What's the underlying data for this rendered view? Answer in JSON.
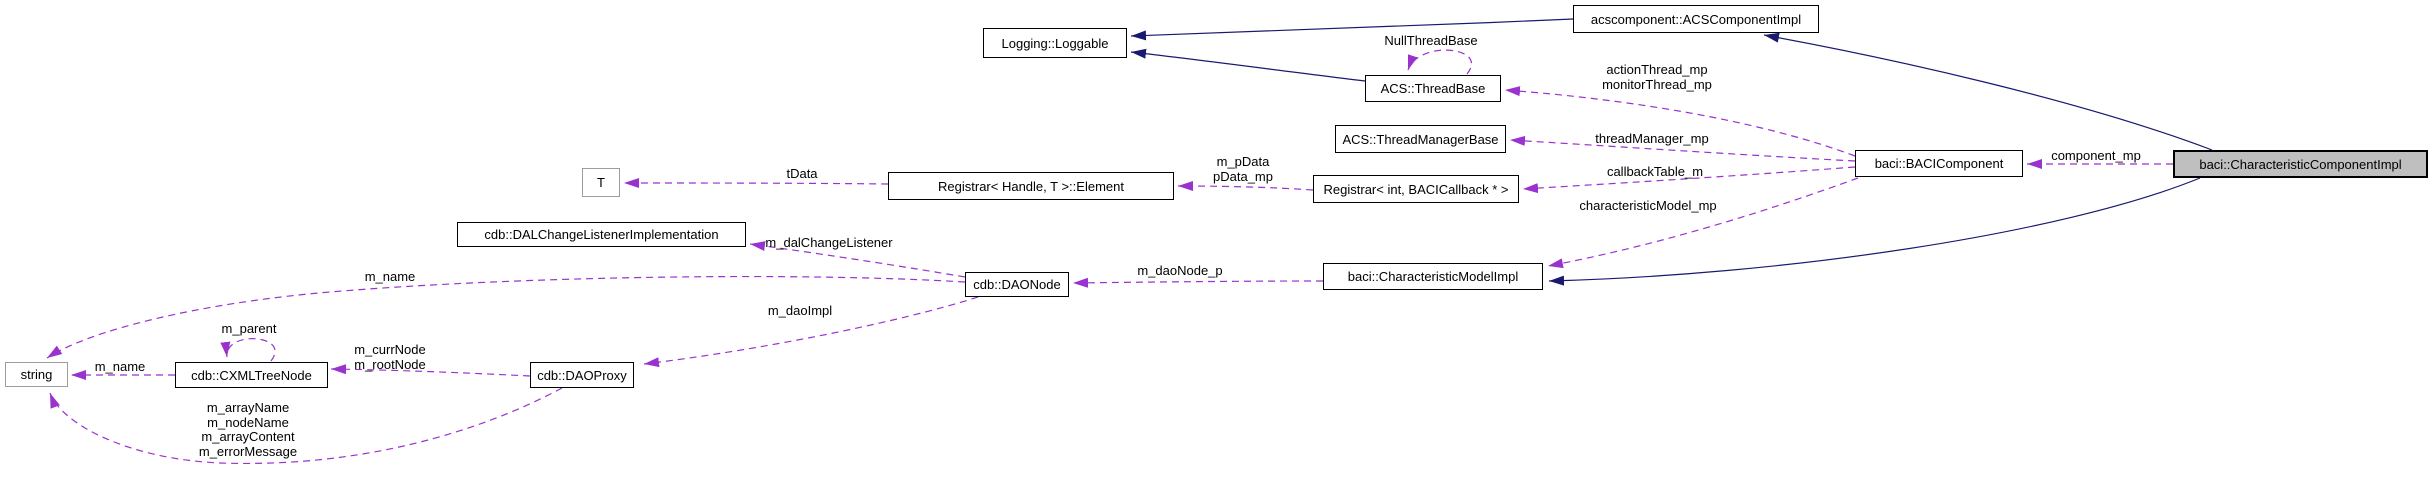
{
  "diagram": {
    "type": "collaboration-diagram",
    "highlighted_node": "baci::CharacteristicComponentImpl",
    "colors": {
      "inheritance_edge": "#191970",
      "usage_edge": "#9a32cd",
      "node_background": "#ffffff",
      "highlighted_node_background": "#bfbfbf",
      "node_border": "#000000",
      "template_node_border": "#9d9d9d"
    },
    "nodes": {
      "loggable": {
        "label": "Logging::Loggable"
      },
      "acs_component_impl": {
        "label": "acscomponent::ACSComponentImpl"
      },
      "thread_base": {
        "label": "ACS::ThreadBase"
      },
      "thread_manager_base": {
        "label": "ACS::ThreadManagerBase"
      },
      "registrar_element": {
        "label": "Registrar< Handle, T >::Element"
      },
      "template_t": {
        "label": "T"
      },
      "registrar_int": {
        "label": "Registrar< int, BACICallback * >"
      },
      "dal_change_listener_impl": {
        "label": "cdb::DALChangeListenerImplementation"
      },
      "dao_node": {
        "label": "cdb::DAONode"
      },
      "characteristic_model_impl": {
        "label": "baci::CharacteristicModelImpl"
      },
      "baci_component": {
        "label": "baci::BACIComponent"
      },
      "characteristic_component_impl": {
        "label": "baci::CharacteristicComponentImpl"
      },
      "string": {
        "label": "string"
      },
      "cxml_tree_node": {
        "label": "cdb::CXMLTreeNode"
      },
      "dao_proxy": {
        "label": "cdb::DAOProxy"
      }
    },
    "edge_labels": {
      "null_thread_base": "NullThreadBase",
      "action_thread_mp": "actionThread_mp",
      "monitor_thread_mp": "monitorThread_mp",
      "thread_manager_mp": "threadManager_mp",
      "callback_table_m": "callbackTable_m",
      "characteristic_model_mp": "characteristicModel_mp",
      "component_mp": "component_mp",
      "m_pdata": "m_pData",
      "pdata_mp": "pData_mp",
      "tdata": "tData",
      "m_dal_change_listener": "m_dalChangeListener",
      "m_name_dao_node": "m_name",
      "m_dao_node_p": "m_daoNode_p",
      "m_dao_impl": "m_daoImpl",
      "m_parent": "m_parent",
      "m_curr_node": "m_currNode",
      "m_root_node": "m_rootNode",
      "m_name_tree_node": "m_name",
      "m_array_name": "m_arrayName",
      "m_node_name": "m_nodeName",
      "m_array_content": "m_arrayContent",
      "m_error_message": "m_errorMessage"
    }
  }
}
